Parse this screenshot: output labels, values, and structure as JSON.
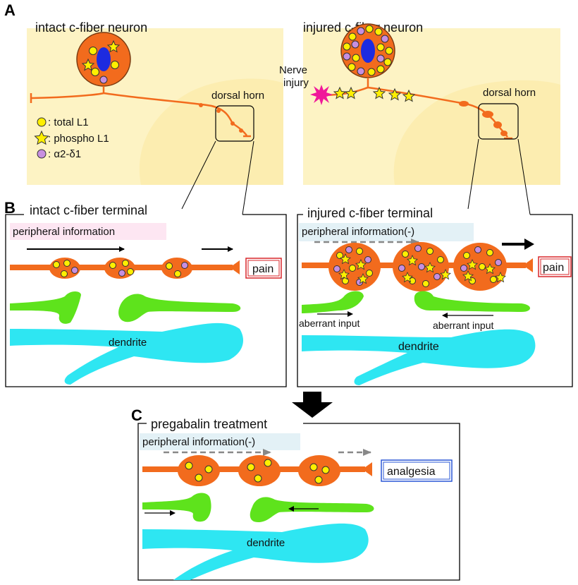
{
  "panelA": {
    "letter": "A",
    "intact_title": "intact c-fiber neuron",
    "injured_title": "injured c-fiber neuron",
    "dorsal_horn": "dorsal horn",
    "nerve_injury_1": "Nerve",
    "nerve_injury_2": "injury",
    "legend": {
      "total_l1": ": total L1",
      "phospho_l1": ": phospho L1",
      "a2d1": ": α2-δ1"
    }
  },
  "panelB": {
    "letter": "B",
    "intact_title": "intact c-fiber terminal",
    "injured_title": "injured c-fiber terminal",
    "peripheral_info": "peripheral information",
    "peripheral_info_neg": "peripheral information(-)",
    "pain": "pain",
    "dendrite": "dendrite",
    "aberrant_input": "aberrant input"
  },
  "panelC": {
    "letter": "C",
    "title": "pregabalin treatment",
    "peripheral_info_neg": "peripheral information(-)",
    "analgesia": "analgesia",
    "dendrite": "dendrite"
  },
  "colors": {
    "fiber": "#f26b1d",
    "nucleus": "#1d2be0",
    "total_l1": "#ffef00",
    "a2d1": "#c78fe0",
    "dorsal_horn_fill": "#fdf3c4",
    "glia": "#5ee31c",
    "dendrite": "#2ee6f2",
    "pain_border": "#d8262a",
    "analgesia_border": "#2a57d6",
    "injury_star": "#f0189a",
    "pink_banner": "#fde6f2",
    "blue_banner": "#e3f1f6"
  }
}
